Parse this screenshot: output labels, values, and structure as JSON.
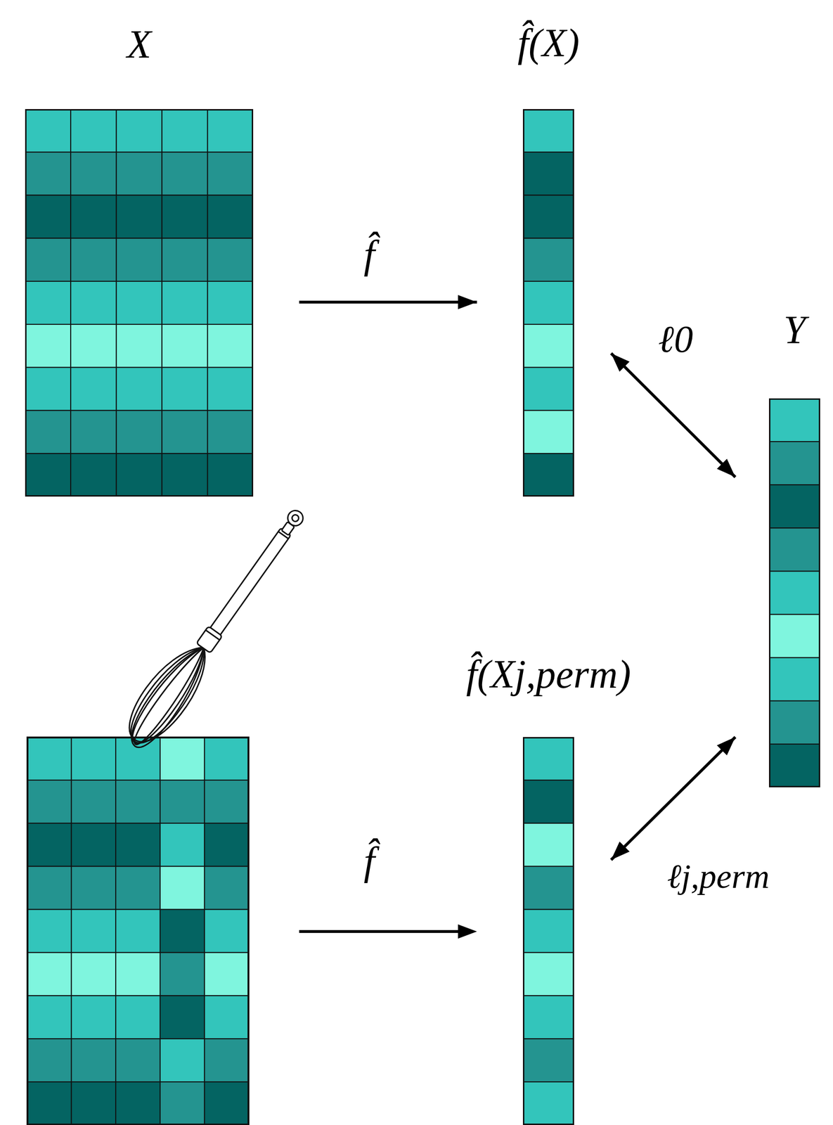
{
  "diagram": {
    "nodes": [
      {
        "text": [
          "X"
        ]
      },
      {
        "text": [
          "f̂(X)"
        ]
      },
      {
        "text": [
          "Y"
        ]
      },
      {
        "text": [
          "f̂(Xj,perm)"
        ]
      }
    ],
    "edges": [
      {
        "from": 0,
        "to": 1,
        "arrow": "to",
        "label": "f̂"
      },
      {
        "from": 1,
        "to": 2,
        "arrow": "both",
        "label": "ℓ0"
      },
      {
        "from": 3,
        "to": 2,
        "arrow": "both",
        "label": "ℓj,perm"
      }
    ],
    "labels": [
      "f̂"
    ]
  }
}
